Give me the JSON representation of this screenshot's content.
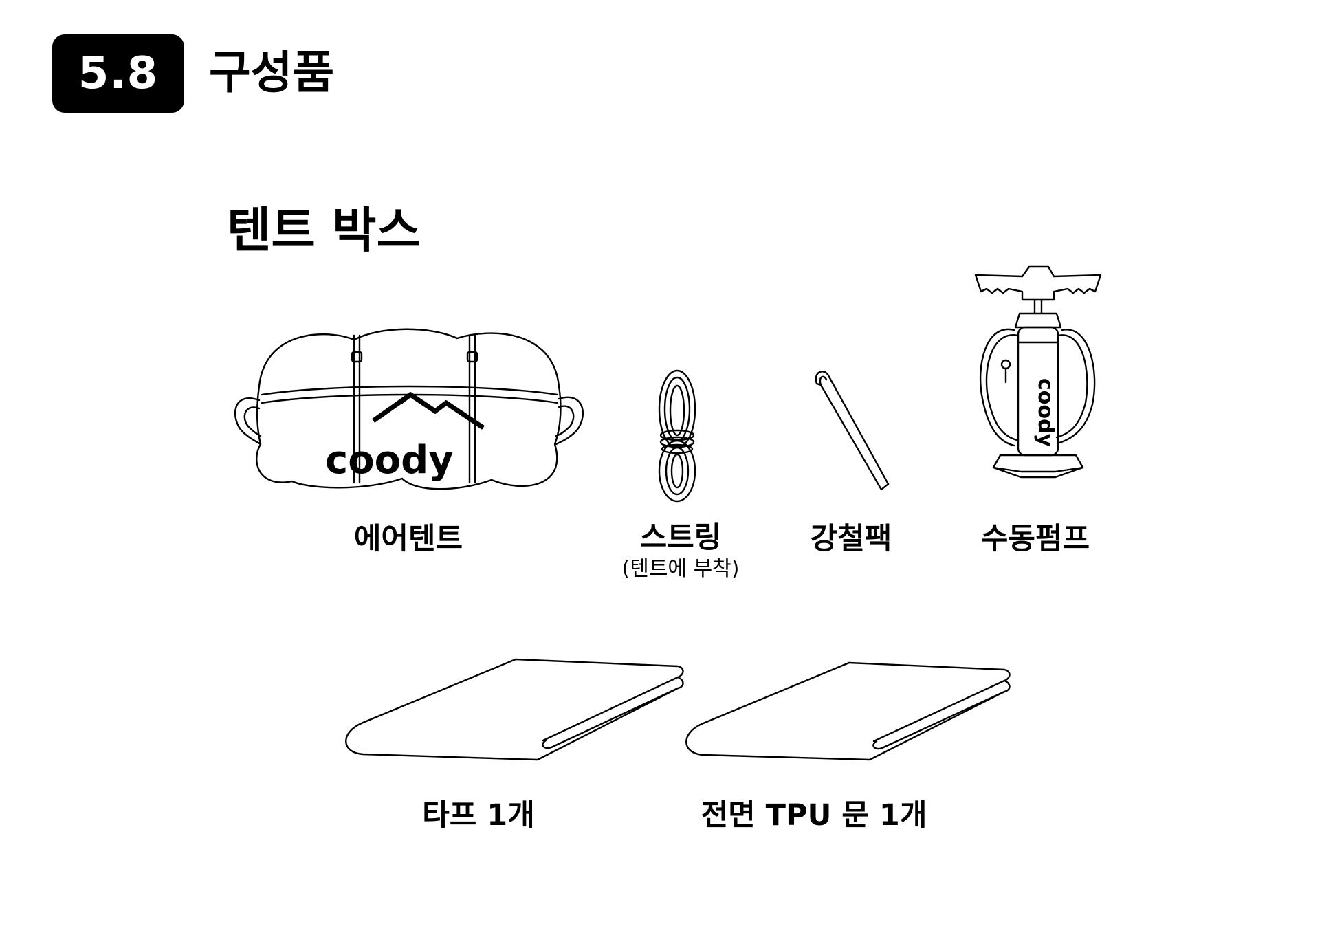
{
  "header": {
    "badge": "5.8",
    "title": "구성품"
  },
  "box": {
    "title": "텐트 박스"
  },
  "items": {
    "air_tent": {
      "label": "에어텐트",
      "brand": "coody"
    },
    "string": {
      "label": "스트링",
      "note": "(텐트에 부착)"
    },
    "steel_peg": {
      "label": "강철팩"
    },
    "hand_pump": {
      "label": "수동펌프",
      "brand": "coody"
    },
    "tarp": {
      "label": "타프 1개"
    },
    "front_door": {
      "label": "전면 TPU 문 1개"
    }
  }
}
